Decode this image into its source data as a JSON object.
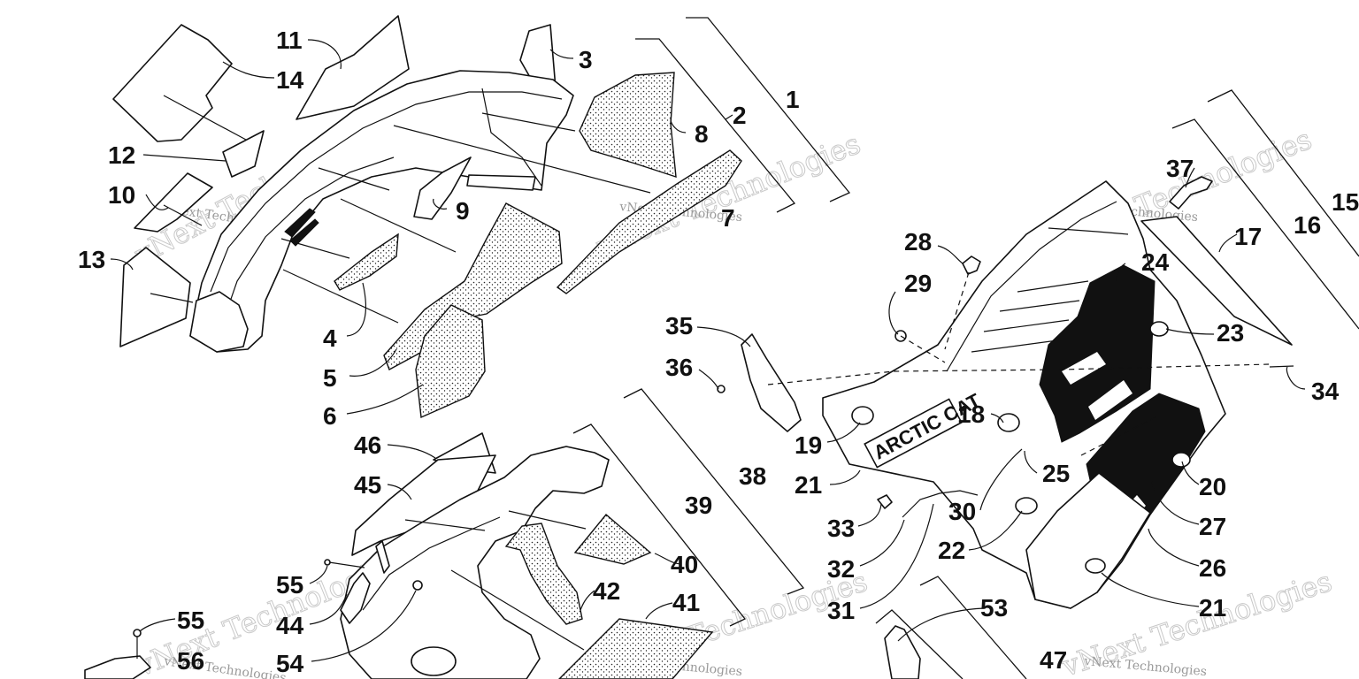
{
  "diagram": {
    "brand_text": "ARCTIC CAT",
    "callouts": {
      "c1": "1",
      "c2": "2",
      "c3": "3",
      "c4": "4",
      "c5": "5",
      "c6": "6",
      "c7": "7",
      "c8": "8",
      "c9": "9",
      "c10": "10",
      "c11": "11",
      "c12": "12",
      "c13": "13",
      "c14": "14",
      "c15": "15",
      "c16": "16",
      "c17": "17",
      "c18": "18",
      "c19": "19",
      "c20": "20",
      "c21a": "21",
      "c21b": "21",
      "c22": "22",
      "c23": "23",
      "c24": "24",
      "c25": "25",
      "c26": "26",
      "c27": "27",
      "c28": "28",
      "c29": "29",
      "c30": "30",
      "c31": "31",
      "c32": "32",
      "c33": "33",
      "c34": "34",
      "c35": "35",
      "c36": "36",
      "c37": "37",
      "c38": "38",
      "c39": "39",
      "c40": "40",
      "c41": "41",
      "c42": "42",
      "c44": "44",
      "c45": "45",
      "c46": "46",
      "c47": "47",
      "c53": "53",
      "c54": "54",
      "c55a": "55",
      "c55b": "55",
      "c56": "56"
    },
    "watermarks": {
      "w1_big": "vNext Technologies",
      "w1_small": "vNext Technologies",
      "w2_big": "vNext Technologies",
      "w2_small": "vNext Technologies",
      "w3_big": "vNext Technologies",
      "w3_small": "vNext Technologies",
      "w4_big": "vNext Technologies",
      "w4_small": "vNext Technologies",
      "w5_big": "vNext Technologies",
      "w5_small": "vNext Technologies",
      "w6_big": "vNext Technologies",
      "w6_small": "vNext Technologies"
    }
  }
}
